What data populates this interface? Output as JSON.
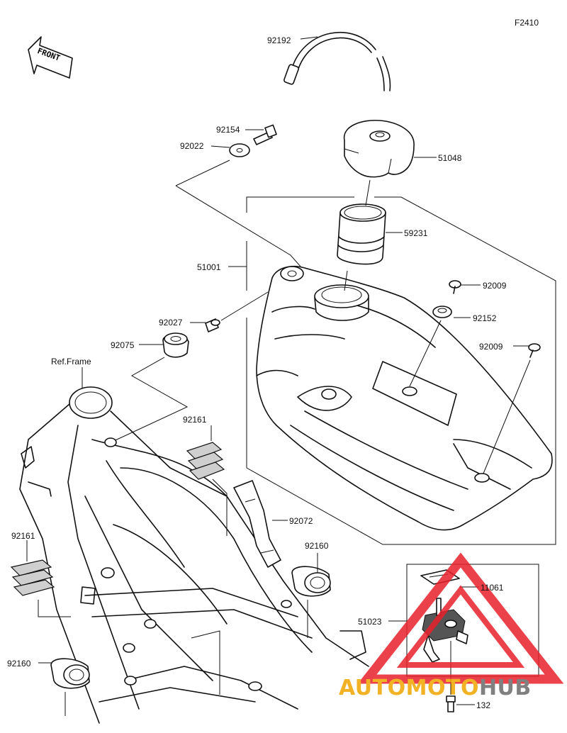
{
  "figure_code": "F2410",
  "front_label": "FRONT",
  "ref_frame_label": "Ref.Frame",
  "watermark": {
    "prefix": "AUTOMOTO",
    "suffix": "HUB",
    "accent_color": "#e8212b",
    "gold_color": "#f0a500",
    "grey_color": "#6b6b6b"
  },
  "parts": [
    "92192",
    "92154",
    "92022",
    "51048",
    "59231",
    "51001",
    "92009",
    "92152",
    "92027",
    "92075",
    "92009",
    "92161",
    "92072",
    "92161",
    "92160",
    "11061",
    "51023",
    "92160",
    "132"
  ]
}
